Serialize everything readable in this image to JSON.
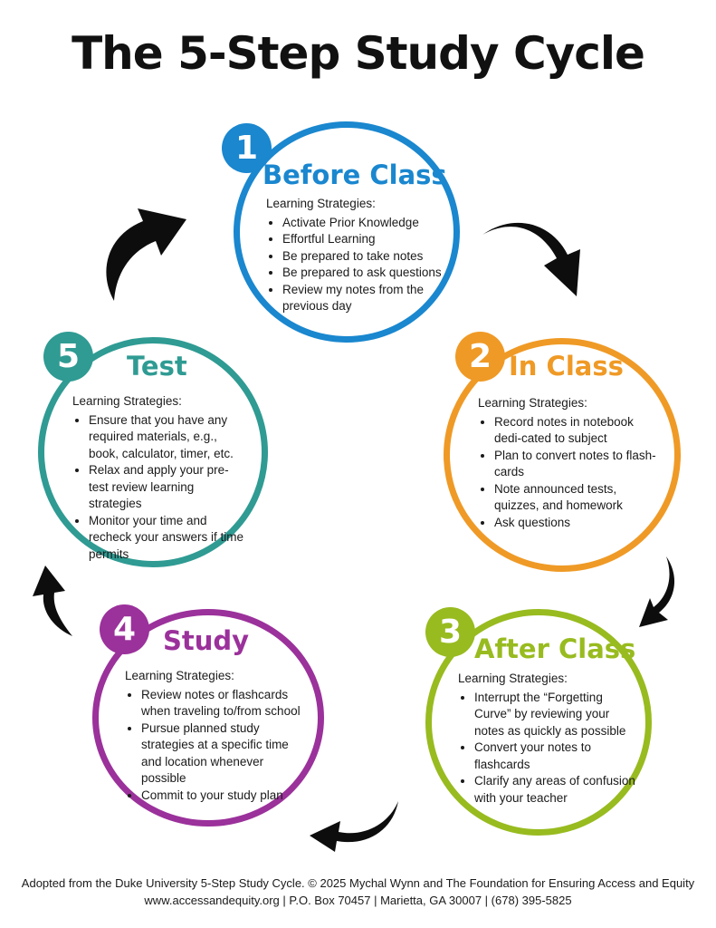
{
  "title": "The 5-Step Study Cycle",
  "colors": {
    "step1": "#1a87cf",
    "step2": "#ef9a26",
    "step3": "#98bb1f",
    "step4": "#9b319b",
    "step5": "#2f9b93",
    "arrow": "#0d0d0d"
  },
  "steps": [
    {
      "number": "1",
      "title": "Before Class",
      "strategies_label": "Learning Strategies:",
      "items": [
        "Activate Prior Knowledge",
        "Effortful Learning",
        "Be prepared to take notes",
        "Be prepared to ask questions",
        "Review my notes from the previous day"
      ]
    },
    {
      "number": "2",
      "title": "In Class",
      "strategies_label": "Learning Strategies:",
      "items": [
        "Record notes in notebook dedi-cated to subject",
        "Plan to convert notes to flash-cards",
        "Note announced tests, quizzes, and homework",
        "Ask questions"
      ]
    },
    {
      "number": "3",
      "title": "After Class",
      "strategies_label": "Learning Strategies:",
      "items": [
        "Interrupt the “Forgetting Curve” by reviewing your notes as quickly as possible",
        "Convert your notes to flashcards",
        "Clarify any areas of confusion with your teacher"
      ]
    },
    {
      "number": "4",
      "title": "Study",
      "strategies_label": "Learning Strategies:",
      "items": [
        "Review notes or flashcards when traveling to/from school",
        "Pursue planned study strategies at a specific time and location whenever possible",
        "Commit to your study plan"
      ]
    },
    {
      "number": "5",
      "title": "Test",
      "strategies_label": "Learning Strategies:",
      "items": [
        "Ensure that you have any required materials, e.g., book, calculator, timer, etc.",
        "Relax and apply your pre-test review learning strategies",
        "Monitor your time and recheck your answers if time permits"
      ]
    }
  ],
  "footer": {
    "line1": "Adopted from the Duke University 5-Step Study Cycle. © 2025 Mychal Wynn and The Foundation for Ensuring Access and Equity",
    "line2": "www.accessandequity.org | P.O. Box 70457 | Marietta, GA 30007 | (678) 395-5825"
  }
}
